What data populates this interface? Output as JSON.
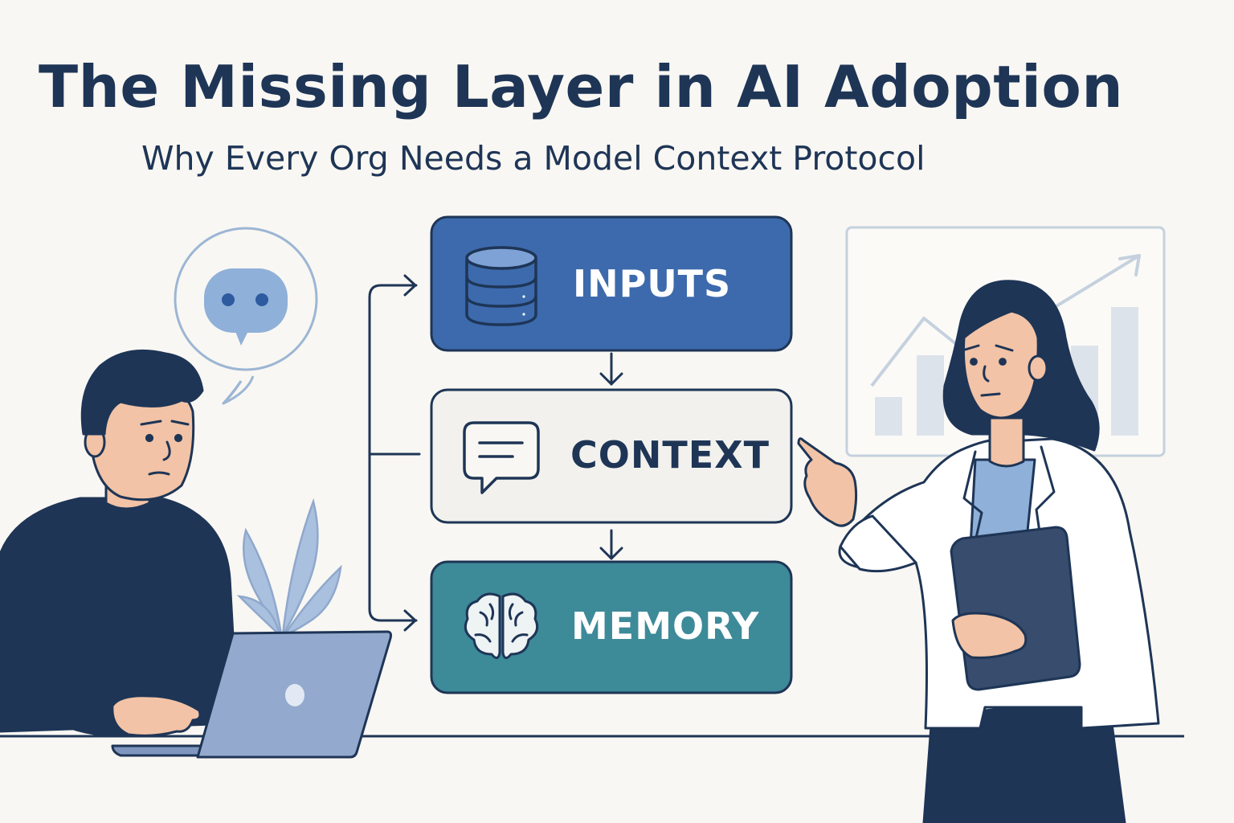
{
  "header": {
    "title": "The Missing Layer in AI Adoption",
    "subtitle": "Why Every Org Needs a Model Context Protocol"
  },
  "diagram": {
    "layers": [
      {
        "label": "INPUTS",
        "icon": "database-icon",
        "fill": "#3c6aac",
        "text_color": "#ffffff"
      },
      {
        "label": "CONTEXT",
        "icon": "chat-message-icon",
        "fill": "#f2f1ed",
        "text_color": "#1e3556"
      },
      {
        "label": "MEMORY",
        "icon": "brain-icon",
        "fill": "#3d8a99",
        "text_color": "#ffffff"
      }
    ]
  },
  "colors": {
    "navy": "#1e3556",
    "background": "#f9f7f3",
    "skin": "#f2c3a6",
    "light_blue": "#8fb0d8",
    "chart_bars": "#dde3ea"
  }
}
